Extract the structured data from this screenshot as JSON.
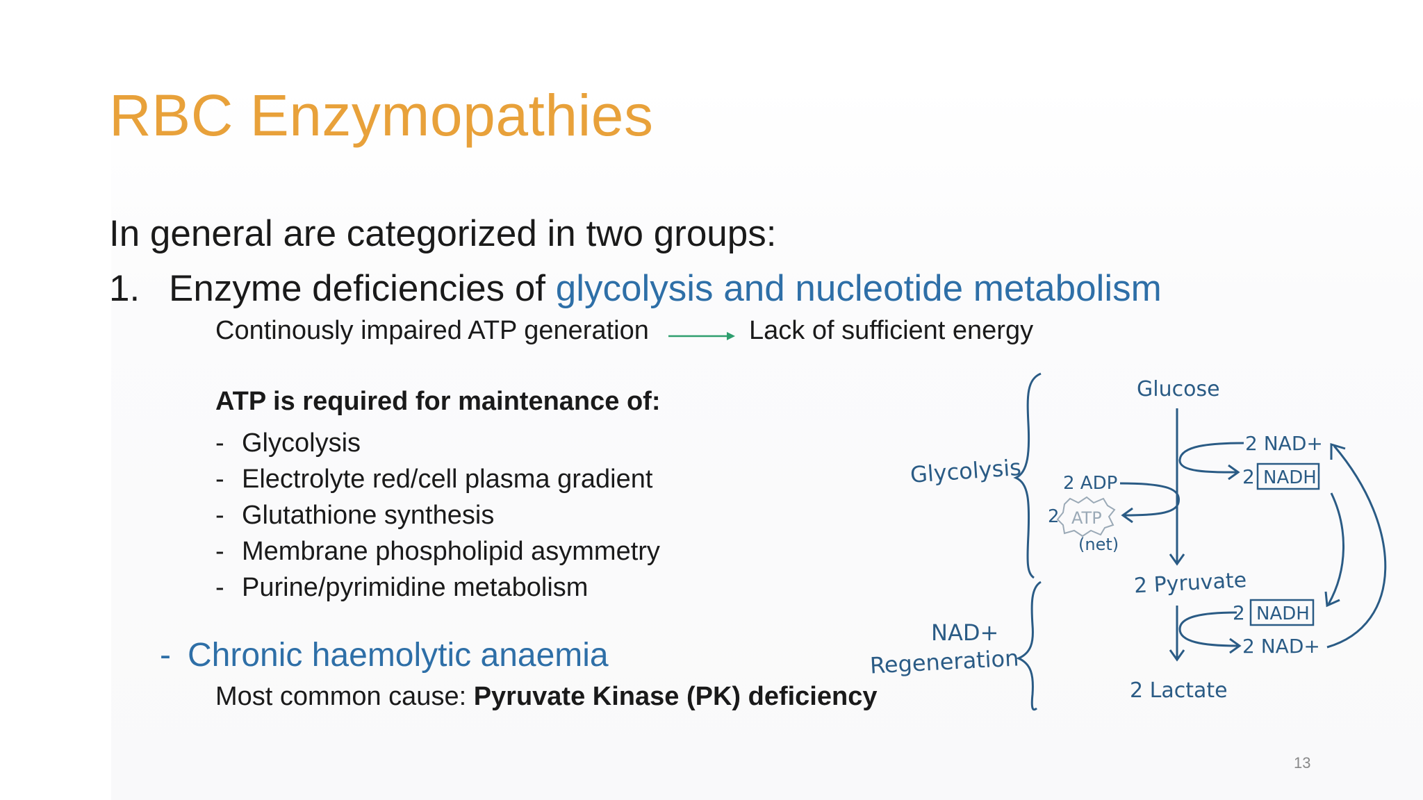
{
  "slide": {
    "title": "RBC Enzymopathies",
    "intro": "In general are categorized in two groups:",
    "point1": {
      "number": "1.",
      "prefix": "Enzyme deficiencies of ",
      "highlight": "glycolysis and nucleotide metabolism"
    },
    "impairment": {
      "cause": "Continously impaired ATP generation",
      "effect": "Lack of sufficient energy"
    },
    "atp_heading": "ATP is required for maintenance of:",
    "atp_items": [
      "Glycolysis",
      "Electrolyte red/cell plasma gradient",
      "Glutathione synthesis",
      "Membrane phospholipid asymmetry",
      "Purine/pyrimidine metabolism"
    ],
    "list_dash": "-",
    "chronic": "Chronic haemolytic anaemia",
    "common_cause": {
      "prefix": "Most common cause: ",
      "bold": "Pyruvate Kinase (PK) deficiency"
    },
    "page_number": "13"
  },
  "diagram": {
    "glycolysis_label": "Glycolysis",
    "nad_label": "NAD+",
    "regeneration_label": "Regeneration",
    "glucose": "Glucose",
    "nad_plus_top": "2 NAD+",
    "nadh_top_prefix": "2",
    "nadh_top": "NADH",
    "adp": "2 ADP",
    "atp_prefix": "2",
    "atp": "ATP",
    "net": "(net)",
    "pyruvate": "2 Pyruvate",
    "nadh_bottom_prefix": "2",
    "nadh_bottom": "NADH",
    "nad_plus_bottom": "2 NAD+",
    "lactate": "2 Lactate"
  },
  "colors": {
    "title": "#e8a13a",
    "accent_blue": "#2e6fa7",
    "diagram_ink": "#2a5b85",
    "arrow_green": "#2e9e6e"
  }
}
